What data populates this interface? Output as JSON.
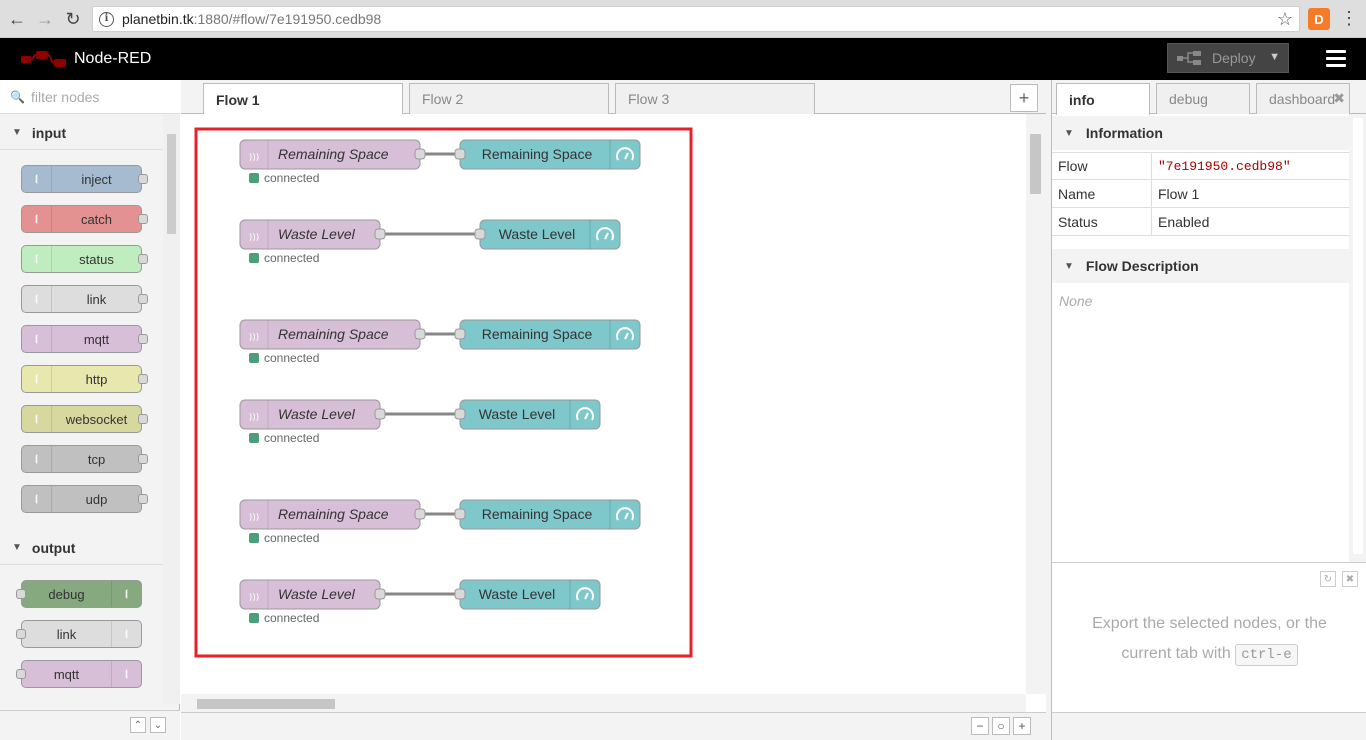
{
  "browser": {
    "url_host": "planetbin.tk",
    "url_rest": ":1880/#flow/7e191950.cedb98",
    "ext_label": "D"
  },
  "header": {
    "title": "Node-RED",
    "deploy_label": "Deploy"
  },
  "palette": {
    "filter_placeholder": "filter nodes",
    "categories": [
      {
        "label": "input"
      },
      {
        "label": "output"
      }
    ],
    "input_nodes": [
      {
        "label": "inject",
        "color": "#a6bbcf"
      },
      {
        "label": "catch",
        "color": "#e49191"
      },
      {
        "label": "status",
        "color": "#c0edc0"
      },
      {
        "label": "link",
        "color": "#dddddd"
      },
      {
        "label": "mqtt",
        "color": "#d8bfd8"
      },
      {
        "label": "http",
        "color": "#e7e7ae"
      },
      {
        "label": "websocket",
        "color": "#d7d7a0"
      },
      {
        "label": "tcp",
        "color": "#c0c0c0"
      },
      {
        "label": "udp",
        "color": "#c0c0c0"
      }
    ],
    "output_nodes": [
      {
        "label": "debug",
        "color": "#87a980"
      },
      {
        "label": "link",
        "color": "#dddddd"
      },
      {
        "label": "mqtt",
        "color": "#d8bfd8"
      }
    ]
  },
  "workspace": {
    "tabs": [
      {
        "label": "Flow 1"
      },
      {
        "label": "Flow 2"
      },
      {
        "label": "Flow 3"
      }
    ],
    "flow_rows": [
      {
        "source": "Remaining Space",
        "status": "connected",
        "target": "Remaining Space"
      },
      {
        "source": "Waste Level",
        "status": "connected",
        "target": "Waste Level"
      },
      {
        "source": "Remaining Space",
        "status": "connected",
        "target": "Remaining Space"
      },
      {
        "source": "Waste Level",
        "status": "connected",
        "target": "Waste Level"
      },
      {
        "source": "Remaining Space",
        "status": "connected",
        "target": "Remaining Space"
      },
      {
        "source": "Waste Level",
        "status": "connected",
        "target": "Waste Level"
      }
    ],
    "colors": {
      "mqtt": "#d8bfd8",
      "gauge": "#7ec8cc",
      "status_dot": "#4a9f7a",
      "highlight": "#e8202a"
    }
  },
  "sidebar": {
    "tabs": [
      {
        "label": "info"
      },
      {
        "label": "debug"
      },
      {
        "label": "dashboard"
      }
    ],
    "information_header": "Information",
    "info_rows": [
      {
        "key": "Flow",
        "value": "\"7e191950.cedb98\""
      },
      {
        "key": "Name",
        "value": "Flow 1"
      },
      {
        "key": "Status",
        "value": "Enabled"
      }
    ],
    "description_header": "Flow Description",
    "description_value": "None",
    "tip_text": "Export the selected nodes, or the current tab with",
    "tip_key": "ctrl-e"
  }
}
